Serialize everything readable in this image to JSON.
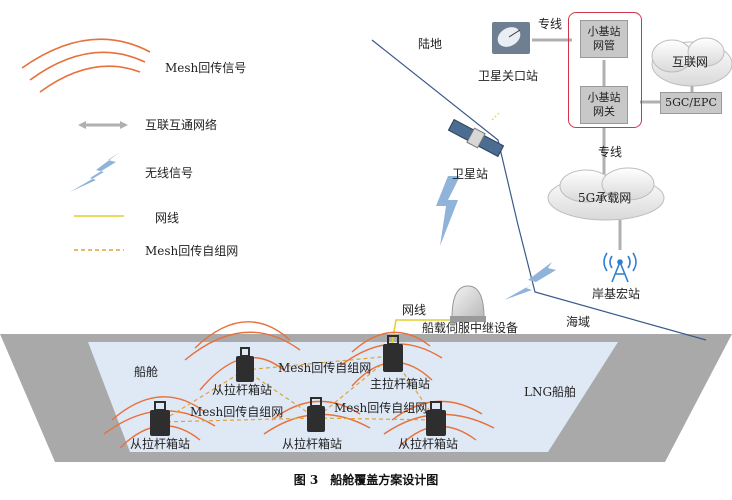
{
  "legend": {
    "mesh_signal": "Mesh回传信号",
    "interconnect": "互联互通网络",
    "wireless": "无线信号",
    "network_cable": "网线",
    "mesh_adhoc": "Mesh回传自组网"
  },
  "land": {
    "land_label": "陆地",
    "private_line_top": "专线",
    "satellite_gateway": "卫星关口站",
    "small_bs_mgmt": "小基站网管",
    "small_bs_gw": "小基站网关",
    "internet": "互联网",
    "core": "5GC/EPC",
    "private_line_mid": "专线",
    "bearer_net": "5G承载网",
    "shore_bs": "岸基宏站",
    "satellite_station": "卫星站",
    "sea_area": "海域"
  },
  "ship": {
    "network_cable": "网线",
    "relay_device": "船载伺服中继设备",
    "cabin": "船舱",
    "lng_ship": "LNG船舶",
    "slave_1": "从拉杆箱站",
    "slave_2": "从拉杆箱站",
    "slave_3": "从拉杆箱站",
    "slave_4": "从拉杆箱站",
    "master": "主拉杆箱站",
    "mesh_1": "Mesh回传自组网",
    "mesh_2": "Mesh回传自组网",
    "mesh_3": "Mesh回传自组网"
  },
  "caption": "图 3　船舱覆盖方案设计图",
  "colors": {
    "mesh_arc": "#e8703a",
    "ship_hull": "#a9a9a9",
    "cabin": "#dfe8f5",
    "lightning": "#8fb3d9",
    "cable": "#e0cf2a",
    "frame": "#d4344a"
  }
}
